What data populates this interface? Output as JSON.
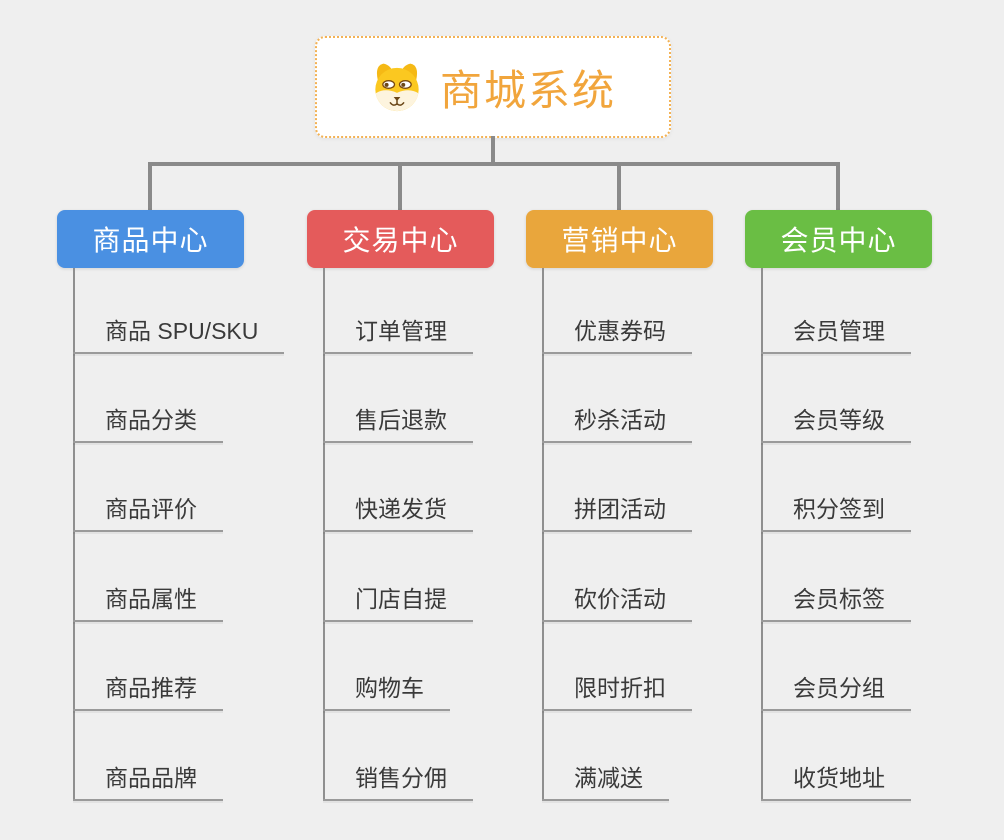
{
  "root": {
    "title": "商城系统",
    "icon": "dog-face-icon"
  },
  "colors": {
    "root_accent": "#F1A53C",
    "root_border": "#F3B255",
    "connector": "#8A8A8A",
    "underline": "#9A9A9A",
    "item_text": "#3A3A3A",
    "background": "#EFEFEF",
    "blue": "#4A90E2",
    "red": "#E45B5B",
    "orange": "#E9A63C",
    "green": "#6ABE44"
  },
  "branches": [
    {
      "label": "商品中心",
      "color": "#4A90E2",
      "items": [
        "商品 SPU/SKU",
        "商品分类",
        "商品评价",
        "商品属性",
        "商品推荐",
        "商品品牌"
      ]
    },
    {
      "label": "交易中心",
      "color": "#E45B5B",
      "items": [
        "订单管理",
        "售后退款",
        "快递发货",
        "门店自提",
        "购物车",
        "销售分佣"
      ]
    },
    {
      "label": "营销中心",
      "color": "#E9A63C",
      "items": [
        "优惠券码",
        "秒杀活动",
        "拼团活动",
        "砍价活动",
        "限时折扣",
        "满减送"
      ]
    },
    {
      "label": "会员中心",
      "color": "#6ABE44",
      "items": [
        "会员管理",
        "会员等级",
        "积分签到",
        "会员标签",
        "会员分组",
        "收货地址"
      ]
    }
  ]
}
